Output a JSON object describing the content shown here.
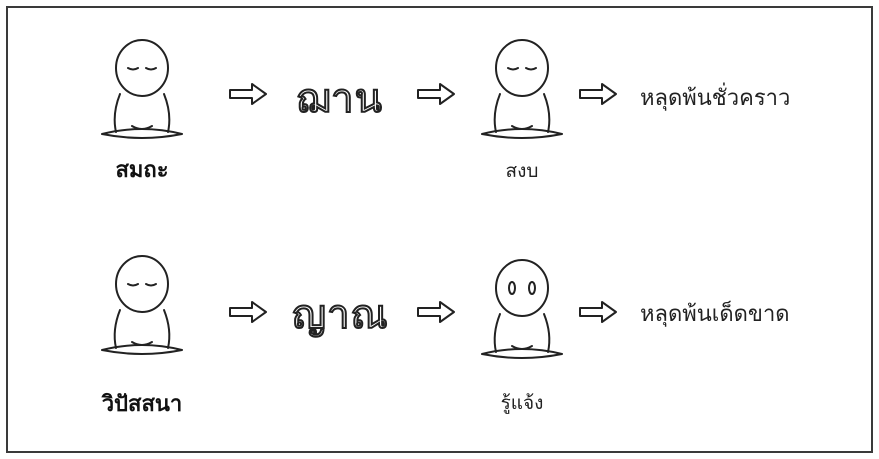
{
  "rows": [
    {
      "method": "สมถะ",
      "stage": "ฌาน",
      "state": "สงบ",
      "result": "หลุดพ้นชั่วคราว"
    },
    {
      "method": "วิปัสสนา",
      "stage": "ญาณ",
      "state": "รู้แจ้ง",
      "result": "หลุดพ้นเด็ดขาด"
    }
  ],
  "icons": {
    "meditator": "meditating-figure-icon",
    "meditator_eyes_open": "meditating-figure-eyes-open-icon",
    "arrow": "outline-arrow-right-icon"
  },
  "colors": {
    "ink": "#222222",
    "border": "#3a3a3a",
    "background": "#ffffff"
  }
}
